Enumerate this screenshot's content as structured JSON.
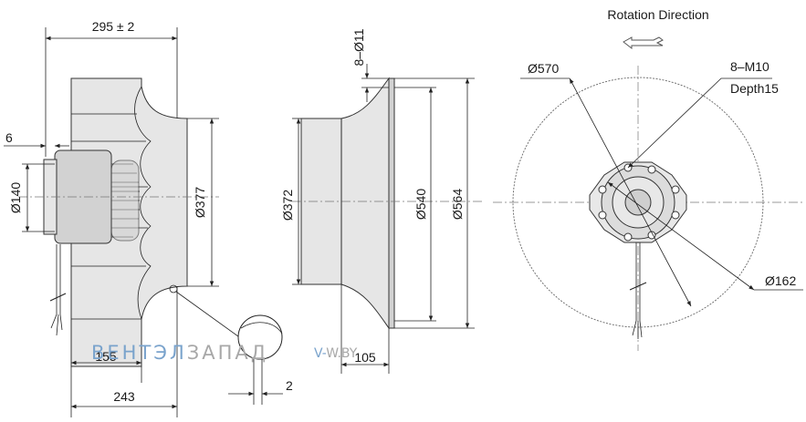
{
  "dimensions": {
    "overall_length": "295 ± 2",
    "side_offset": "6",
    "hub_diameter": "Ø140",
    "wheel_diameter": "Ø377",
    "base_length": "155",
    "total_base": "243",
    "detail_gap": "2",
    "bracket_width": "8–Ø11",
    "inlet_diameter": "Ø372",
    "plate_inner_diameter": "Ø540",
    "plate_outer_diameter": "Ø564",
    "flange_depth": "105",
    "outer_circle_diameter": "Ø570",
    "hub_circle_diameter": "Ø162"
  },
  "labels": {
    "rotation_title": "Rotation  Direction",
    "thread_spec": "8–M10",
    "thread_depth": "Depth15"
  },
  "watermark": {
    "brand_blue": "ВЕНТЭЛ",
    "brand_gray": "ЗАПАД",
    "site_blue": "V-",
    "site_gray": "W.BY"
  },
  "colors": {
    "line": "#222222",
    "part_fill": "#e6e6e6",
    "watermark_blue": "#7aa3cc",
    "watermark_gray": "#a8a8a8"
  }
}
